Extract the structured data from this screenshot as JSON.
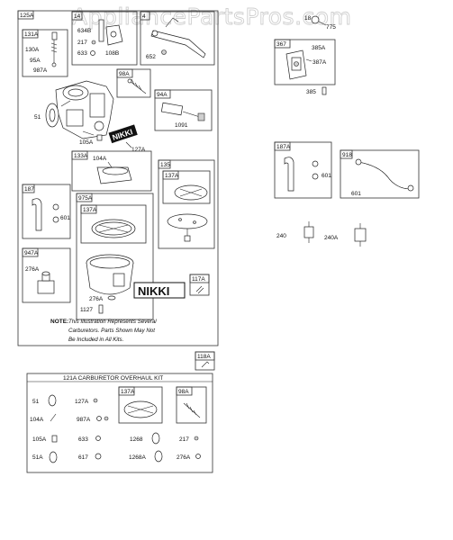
{
  "watermark": "AppliancePartsPros.com",
  "groups": {
    "g125A": {
      "code": "125A"
    },
    "g131A": {
      "code": "131A",
      "labels": [
        "130A",
        "95A",
        "987A"
      ]
    },
    "g14": {
      "code": "14",
      "labels": [
        "634B",
        "217",
        "633",
        "108B"
      ]
    },
    "g4": {
      "code": "4",
      "labels": [
        "652"
      ]
    },
    "g98A_top": {
      "code": "98A"
    },
    "g94A": {
      "code": "94A",
      "labels": [
        "1091"
      ]
    },
    "g133A": {
      "code": "133A",
      "labels": [
        "104A"
      ]
    },
    "g135": {
      "code": "135",
      "inner": "137A"
    },
    "g187": {
      "code": "187",
      "labels": [
        "601"
      ]
    },
    "g975A": {
      "code": "975A",
      "inner": "137A",
      "labels": [
        "276A",
        "1127"
      ]
    },
    "g947A": {
      "code": "947A",
      "labels": [
        "276A"
      ]
    },
    "g117A": {
      "code": "117A"
    },
    "g118A": {
      "code": "118A"
    },
    "g367": {
      "code": "367",
      "labels": [
        "385A",
        "387A",
        "385"
      ]
    },
    "g187A": {
      "code": "187A",
      "labels": [
        "601"
      ]
    },
    "g918": {
      "code": "918",
      "labels": [
        "601"
      ]
    }
  },
  "loose_labels": {
    "carb_51": "51",
    "carb_105A": "105A",
    "carb_127A": "127A",
    "top_775": "775",
    "top_18": "18",
    "p240": "240",
    "p240A": "240A"
  },
  "nikki_plate": "NIKKI",
  "nikki_label": "NIKKI",
  "note": {
    "label": "NOTE:",
    "line1": "This Illustration Represents Several",
    "line2": "Carburetors. Parts Shown May Not",
    "line3": "Be Included in All Kits."
  },
  "kit": {
    "title": "121A CARBURETOR OVERHAUL KIT",
    "inner1": "137A",
    "inner2": "98A",
    "labels": [
      "51",
      "127A",
      "104A",
      "987A",
      "105A",
      "633",
      "1268",
      "217",
      "51A",
      "617",
      "1268A",
      "276A"
    ]
  }
}
